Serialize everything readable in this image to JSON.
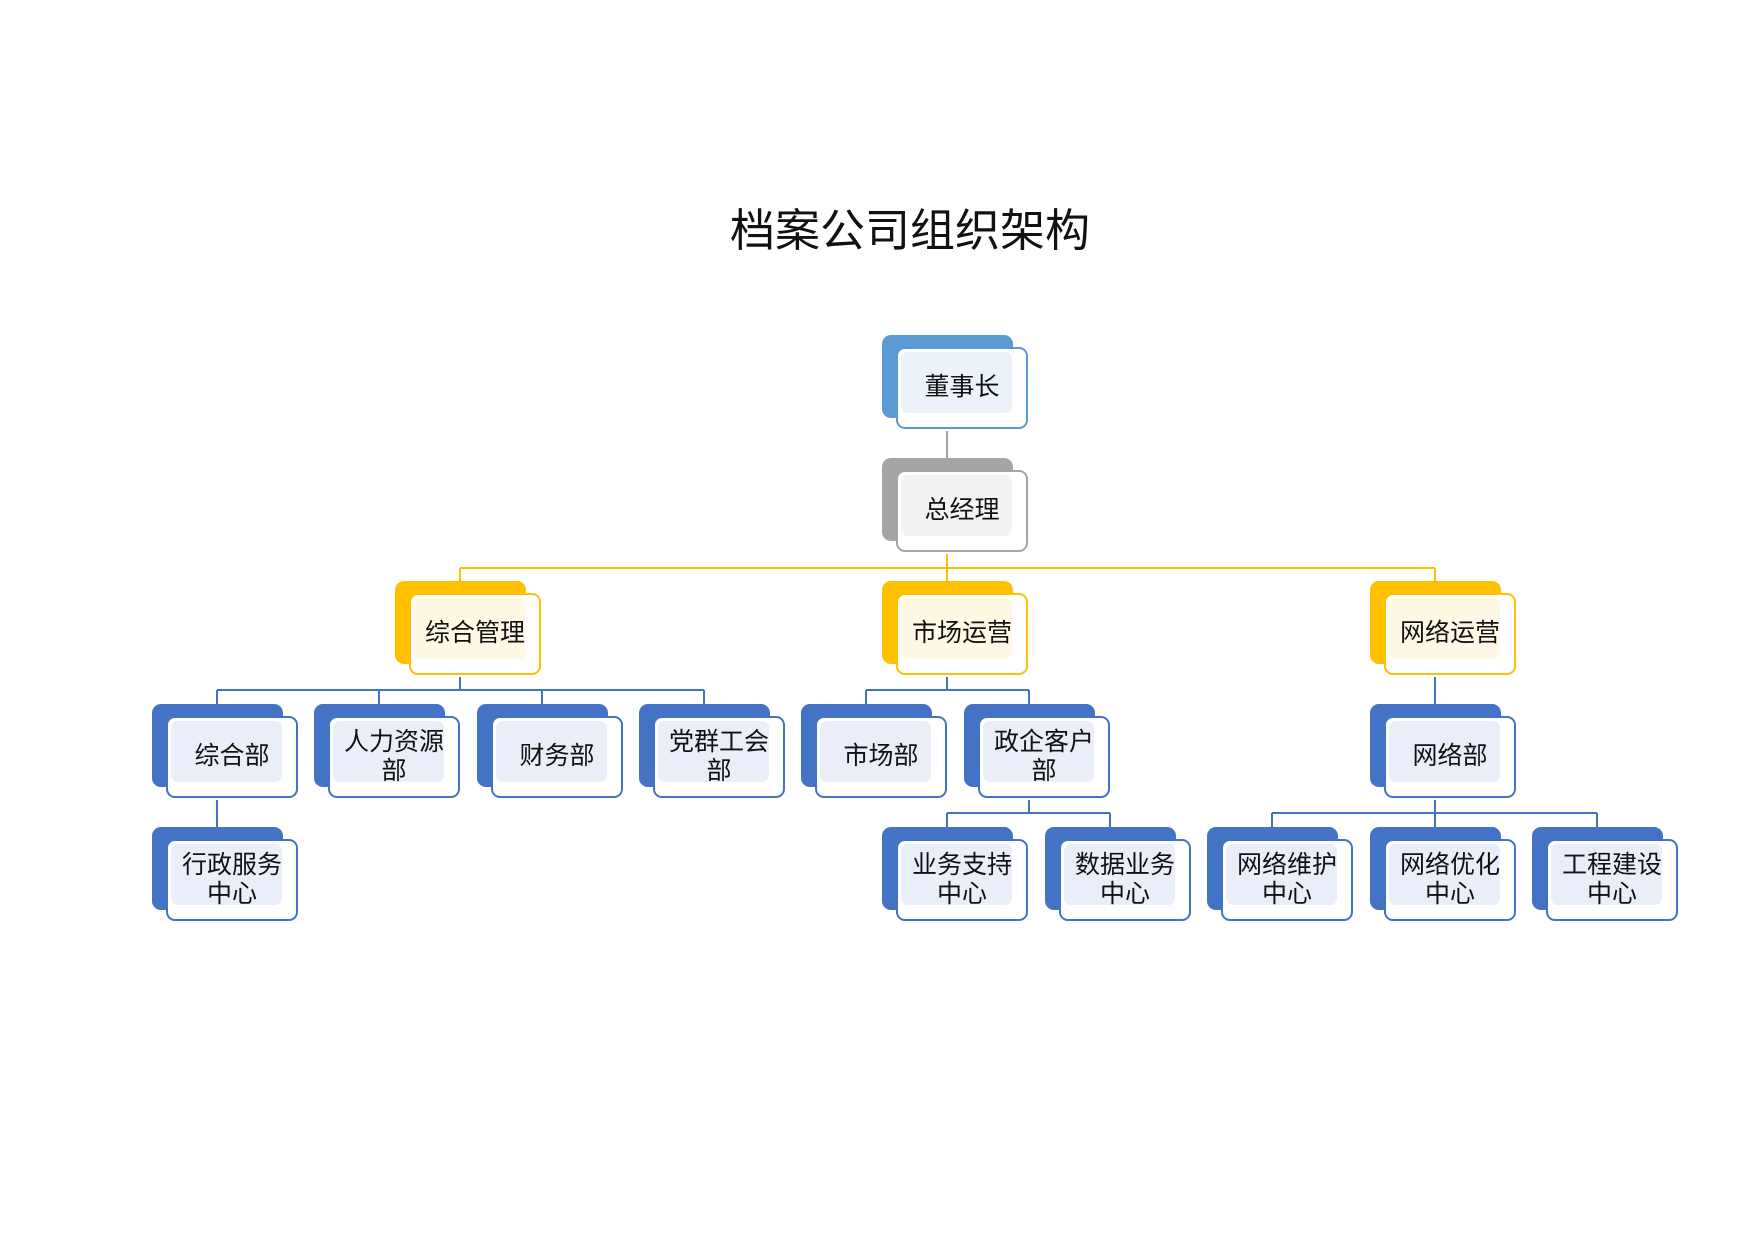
{
  "title": "档案公司组织架构",
  "nodes": {
    "chairman": "董事长",
    "general_manager": "总经理",
    "general_management": "综合管理",
    "market_operations": "市场运营",
    "network_operations": "网络运营",
    "general_dept": "综合部",
    "hr_dept": "人力资源部",
    "finance_dept": "财务部",
    "party_union_dept": "党群工会部",
    "admin_service_center": "行政服务中心",
    "market_dept": "市场部",
    "gov_enterprise_dept": "政企客户部",
    "business_support_center": "业务支持中心",
    "data_business_center": "数据业务中心",
    "network_dept": "网络部",
    "network_maintenance_center": "网络维护中心",
    "network_optimization_center": "网络优化中心",
    "engineering_center": "工程建设中心"
  },
  "colors": {
    "chairman": "#5B9BD5",
    "general_manager": "#A5A5A5",
    "division": "#FFC000",
    "department": "#4472C4",
    "connector_top": "#FFC000",
    "connector_division": "#4472C4",
    "connector_gray": "#A5A5A5"
  }
}
